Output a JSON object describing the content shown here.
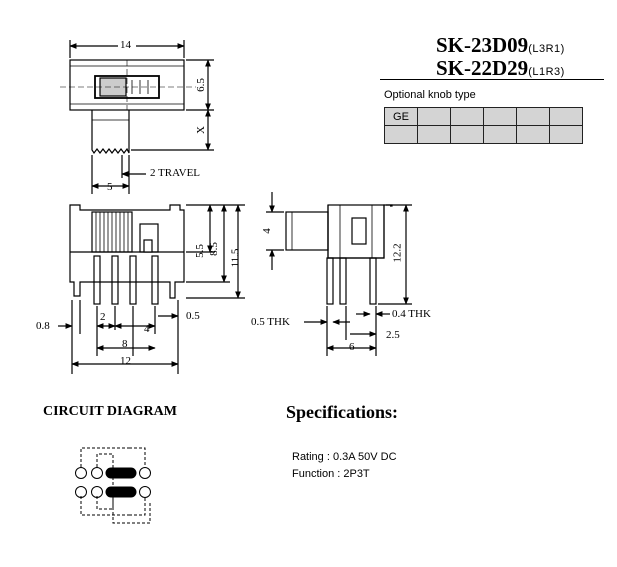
{
  "models": [
    {
      "name": "SK-23D09",
      "suffix": "(L3R1)"
    },
    {
      "name": "SK-22D29",
      "suffix": "(L1R3)"
    }
  ],
  "knob": {
    "label": "Optional knob type",
    "first_cell": "GE"
  },
  "circuit": {
    "heading": "CIRCUIT DIAGRAM"
  },
  "specs": {
    "heading": "Specifications:",
    "rating": "Rating : 0.3A  50V  DC",
    "function": "Function : 2P3T"
  },
  "dims": {
    "top_width": "14",
    "top_height": "6.5",
    "knob_x": "X",
    "knob_width": "5",
    "travel": "2  TRAVEL",
    "front_h1": "5.5",
    "front_h2": "8.5",
    "front_h3": "11.5",
    "pin_08": "0.8",
    "pin_2": "2",
    "pin_4": "4",
    "pin_05": "0.5",
    "pin_8": "8",
    "pin_12": "12",
    "side_4": "4",
    "side_122": "12.2",
    "side_05thk": "0.5  THK",
    "side_04thk": "0.4  THK",
    "side_25": "2.5",
    "side_6": "6"
  }
}
